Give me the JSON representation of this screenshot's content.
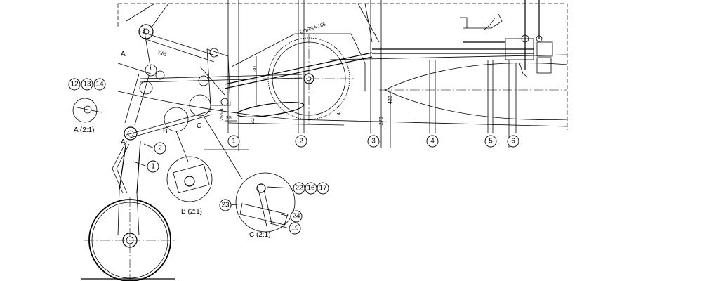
{
  "drawing": {
    "stations": [
      "1",
      "2",
      "3",
      "4",
      "5",
      "6"
    ],
    "detail_callouts": [
      "12",
      "13",
      "14",
      "22",
      "16",
      "17",
      "23",
      "24",
      "19"
    ],
    "part_callouts": [
      "1",
      "2"
    ],
    "detail_labels": [
      "A (2:1)",
      "B (2:1)",
      "C (2:1)"
    ],
    "section_letters": [
      "A",
      "B",
      "C",
      "A"
    ],
    "dimensions": [
      "CORSA 185",
      "7.85",
      "270",
      "432",
      "35",
      "32",
      "30",
      "4",
      "255.4"
    ]
  }
}
